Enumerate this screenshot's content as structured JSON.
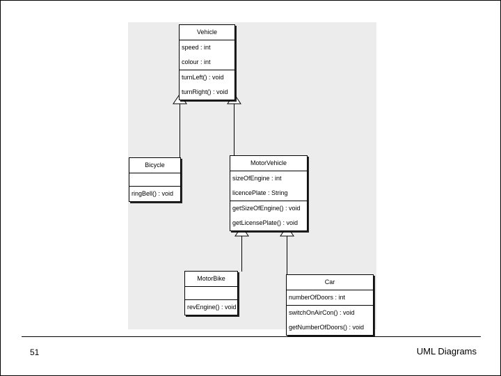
{
  "slide": {
    "page_number": "51",
    "footer_title": "UML Diagrams"
  },
  "diagram": {
    "type": "uml-class-diagram",
    "background_color": "#ececec",
    "classes": [
      {
        "id": "vehicle",
        "name": "Vehicle",
        "attributes": [
          "speed : int",
          "colour : int"
        ],
        "operations": [
          "turnLeft() : void",
          "turnRight() : void"
        ]
      },
      {
        "id": "bicycle",
        "name": "Bicycle",
        "attributes": [],
        "operations": [
          "ringBell() : void"
        ]
      },
      {
        "id": "motorvehicle",
        "name": "MotorVehicle",
        "attributes": [
          "sizeOfEngine  : int",
          "licencePlate :  String"
        ],
        "operations": [
          "getSizeOfEngine() : void",
          "getLicensePlate() : void"
        ]
      },
      {
        "id": "motorbike",
        "name": "MotorBike",
        "attributes": [],
        "operations": [
          "revEngine() : void"
        ]
      },
      {
        "id": "car",
        "name": "Car",
        "attributes": [
          "numberOfDoors : int"
        ],
        "operations": [
          "switchOnAirCon() : void",
          "getNumberOfDoors() : void"
        ]
      }
    ],
    "generalizations": [
      {
        "child": "bicycle",
        "parent": "vehicle"
      },
      {
        "child": "motorvehicle",
        "parent": "vehicle"
      },
      {
        "child": "motorbike",
        "parent": "motorvehicle"
      },
      {
        "child": "car",
        "parent": "motorvehicle"
      }
    ]
  }
}
